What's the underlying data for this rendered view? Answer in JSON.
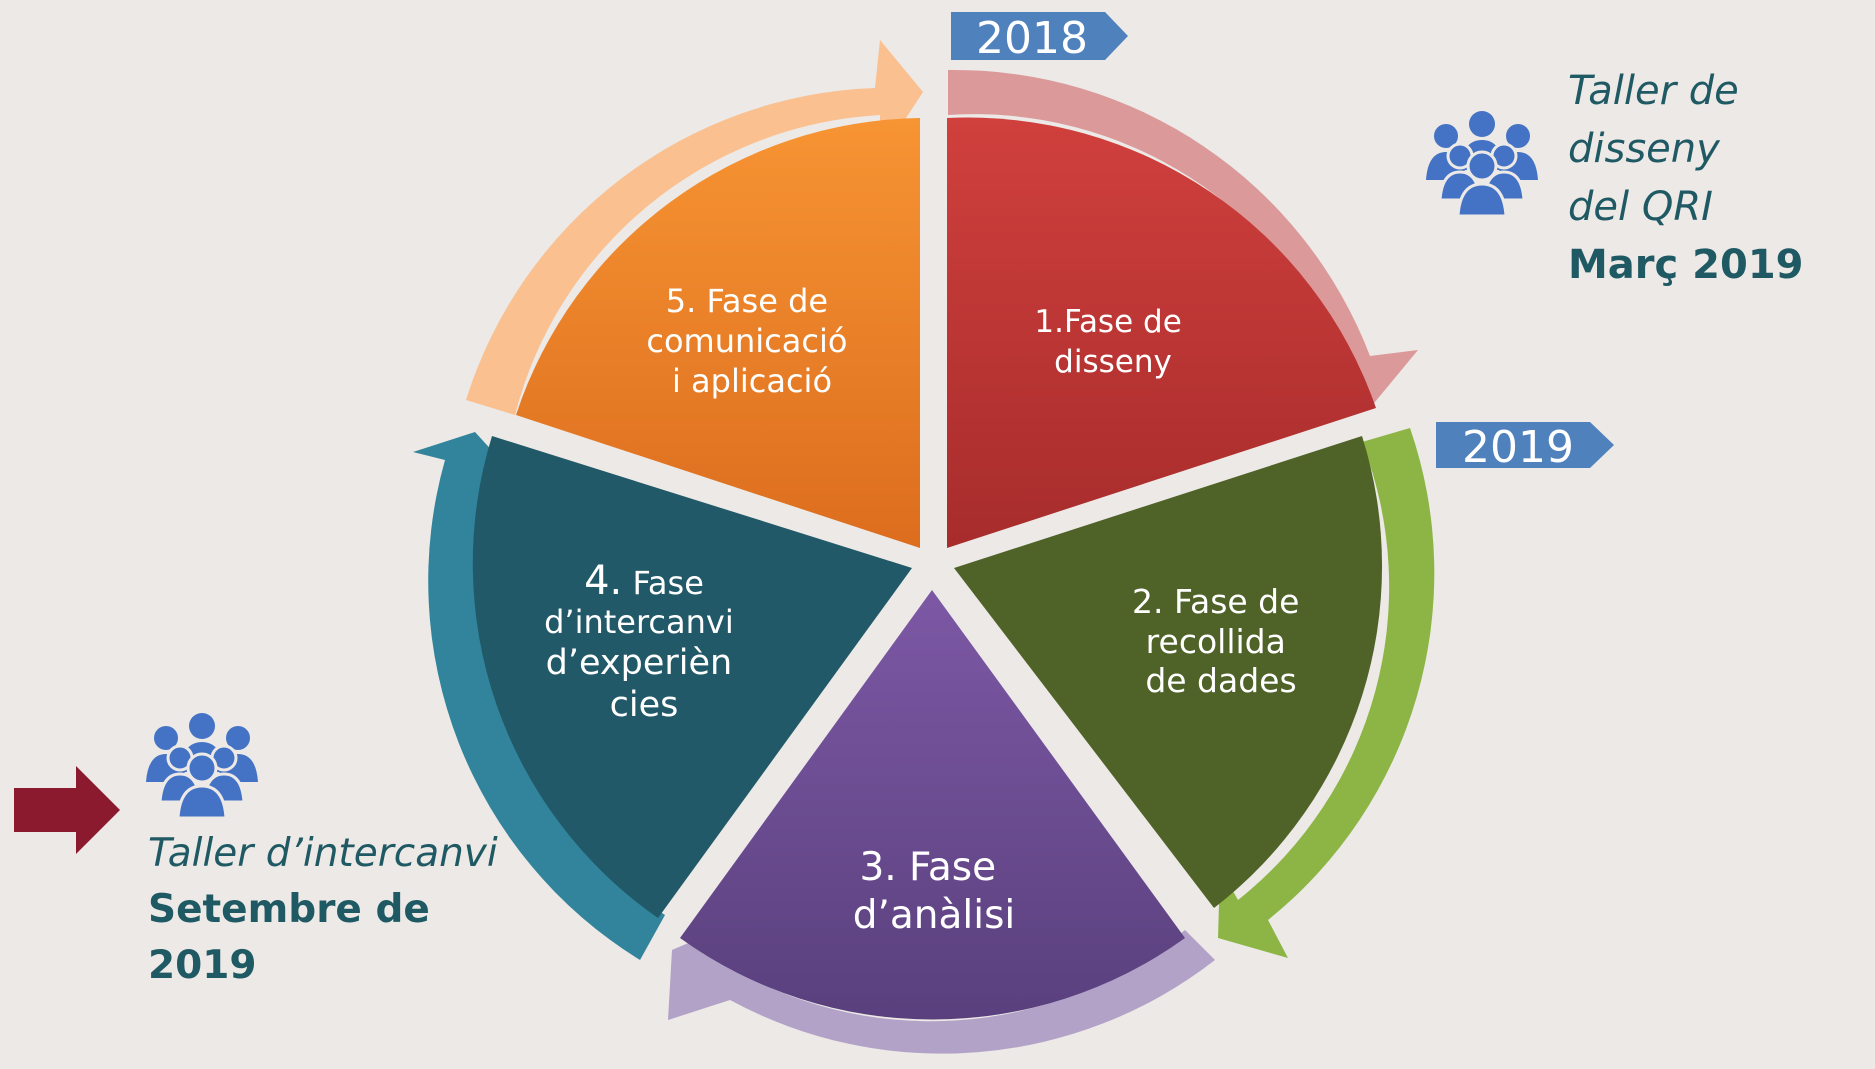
{
  "segments": {
    "s1": {
      "label": [
        "1.Fase de",
        "disseny"
      ],
      "color_top": "#D0403D",
      "color_bottom": "#A72C2C"
    },
    "s2": {
      "label": [
        "2. Fase de",
        "recollida",
        "de dades"
      ],
      "color": "#4F6228"
    },
    "s3": {
      "label": [
        "3. Fase",
        "d’anàlisi"
      ],
      "color_top": "#7D58A5",
      "color_bottom": "#59407D"
    },
    "s4": {
      "label_num": "4.",
      "label_rest": " Fase",
      "label": [
        "d’intercanvi",
        "d’experièn",
        "cies"
      ],
      "color": "#215968"
    },
    "s5": {
      "label": [
        "5. Fase de",
        "comunicació",
        "i aplicació"
      ],
      "color_top": "#F79433",
      "color_bottom": "#DC6D1E"
    }
  },
  "arrows": {
    "a1": "#DB9A99",
    "a2": "#8DB545",
    "a3": "#B3A2C7",
    "a4": "#31849B",
    "a5": "#FAC090"
  },
  "years": {
    "y2018": "2018",
    "y2019": "2019",
    "color": "#4F81BD"
  },
  "notes": {
    "top": {
      "line1": "Taller de disseny",
      "line2": "del QRI",
      "line3": "Març 2019"
    },
    "bottom": {
      "line1": "Taller d’intercanvi",
      "line2": "Setembre de",
      "line3": "2019"
    }
  },
  "icons": {
    "group_color": "#4472C4",
    "pointer_color": "#8B1A2E"
  }
}
